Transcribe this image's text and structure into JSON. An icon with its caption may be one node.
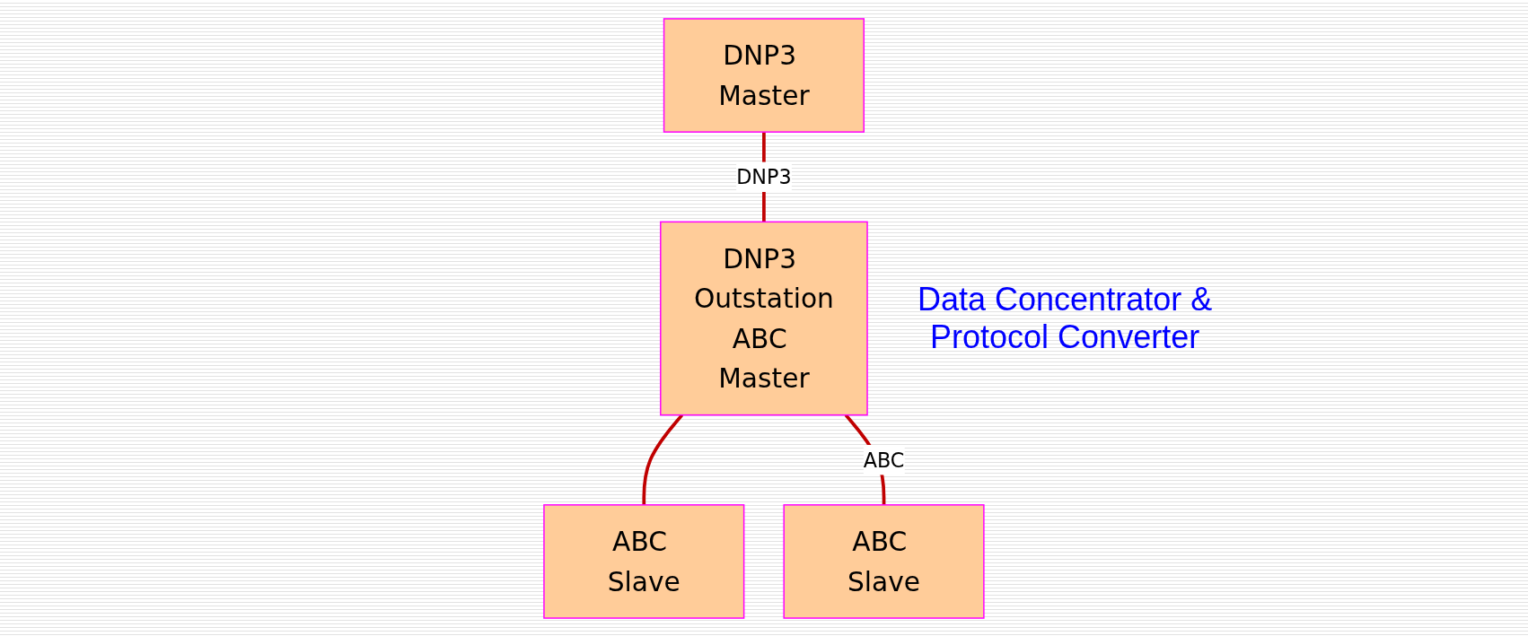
{
  "diagram": {
    "nodes": [
      {
        "text": [
          "DNP3 Master"
        ]
      },
      {
        "text": [
          "DNP3 Outstation",
          "ABC Master"
        ],
        "beside": [
          "Data Concentrator & Protocol Converter"
        ]
      },
      {
        "text": [
          "ABC Slave"
        ]
      },
      {
        "text": [
          "ABC Slave"
        ]
      }
    ],
    "edges": [
      {
        "from": 0,
        "to": 1,
        "arrow": "none",
        "label": "DNP3"
      },
      {
        "from": 1,
        "to": 2,
        "arrow": "none"
      },
      {
        "from": 1,
        "to": 3,
        "arrow": "none",
        "label": "ABC"
      }
    ]
  }
}
